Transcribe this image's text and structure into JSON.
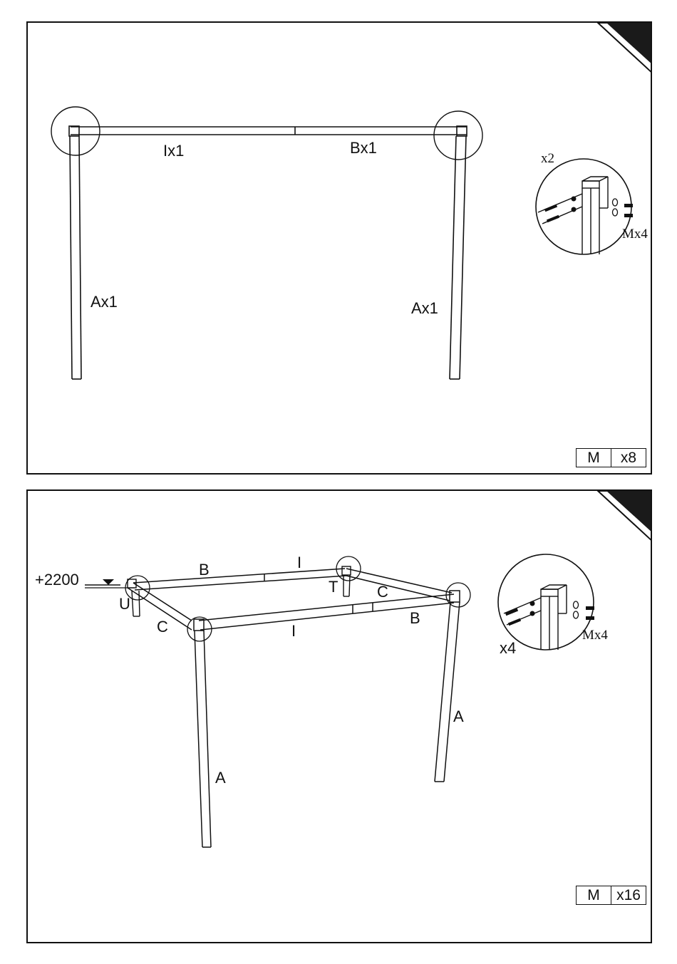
{
  "step1": {
    "labels": {
      "top_left": "Ix1",
      "top_right": "Bx1",
      "leg_left": "Ax1",
      "leg_right": "Ax1",
      "detail_multiplier": "x2",
      "detail_screws": "Mx4"
    },
    "hardware": {
      "part": "M",
      "count": "x8"
    }
  },
  "step2": {
    "labels": {
      "height": "+2200",
      "back_left": "B",
      "back_right": "I",
      "corner_u": "U",
      "corner_t": "T",
      "side_right": "C",
      "side_left": "C",
      "front_left": "I",
      "front_right": "B",
      "leg_right": "A",
      "leg_left": "A",
      "detail_multiplier": "x4",
      "detail_screws": "Mx4"
    },
    "hardware": {
      "part": "M",
      "count": "x16"
    }
  }
}
